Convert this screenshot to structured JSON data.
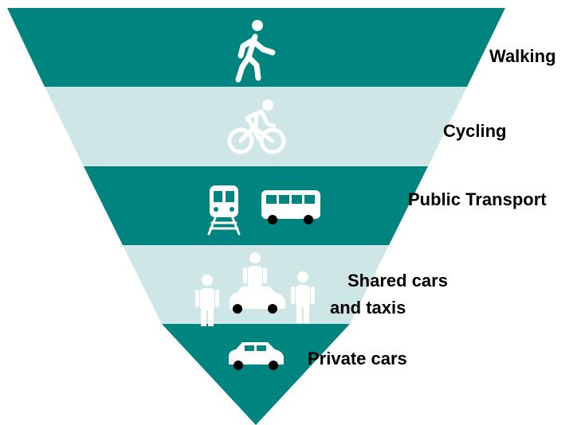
{
  "colors": {
    "dark_band": "#00847f",
    "light_band": "#cfe6e6",
    "icon": "#ffffff",
    "wheel": "#000000",
    "text": "#000000"
  },
  "hierarchy": [
    {
      "label_lines": [
        "Walking"
      ],
      "band": "dark",
      "icons": [
        "walking-person-icon"
      ]
    },
    {
      "label_lines": [
        "Cycling"
      ],
      "band": "light",
      "icons": [
        "cyclist-icon"
      ]
    },
    {
      "label_lines": [
        "Public Transport"
      ],
      "band": "dark",
      "icons": [
        "train-icon",
        "bus-icon"
      ]
    },
    {
      "label_lines": [
        "Shared cars",
        "and taxis"
      ],
      "band": "light",
      "icons": [
        "person-icon",
        "person-in-car-icon",
        "person-icon"
      ]
    },
    {
      "label_lines": [
        "Private cars"
      ],
      "band": "dark",
      "icons": [
        "car-icon"
      ]
    }
  ]
}
